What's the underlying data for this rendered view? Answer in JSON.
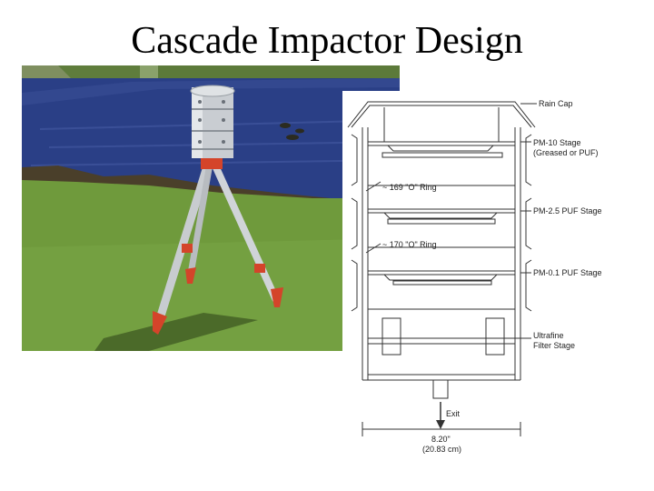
{
  "slide": {
    "title": "Cascade Impactor Design"
  },
  "photo": {
    "icon": "impactor-on-tripod-photo",
    "colors": {
      "water": "#2a3f86",
      "grass": "#6f9a3c",
      "tripod_red": "#d4442a",
      "housing": "#c9cdd2"
    }
  },
  "diagram": {
    "labels": {
      "rain_cap": "Rain Cap",
      "pm10_stage_line1": "PM-10 Stage",
      "pm10_stage_line2": "(Greased or PUF)",
      "o_ring_169": "~ 169 \"O\" Ring",
      "pm25_stage": "PM-2.5 PUF Stage",
      "o_ring_170": "~ 170 \"O\" Ring",
      "pm01_stage": "PM-0.1 PUF Stage",
      "ultrafine_line1": "Ultrafine",
      "ultrafine_line2": "Filter Stage",
      "exit": "Exit",
      "dimension_in": "8.20\"",
      "dimension_cm": "(20.83 cm)"
    }
  }
}
